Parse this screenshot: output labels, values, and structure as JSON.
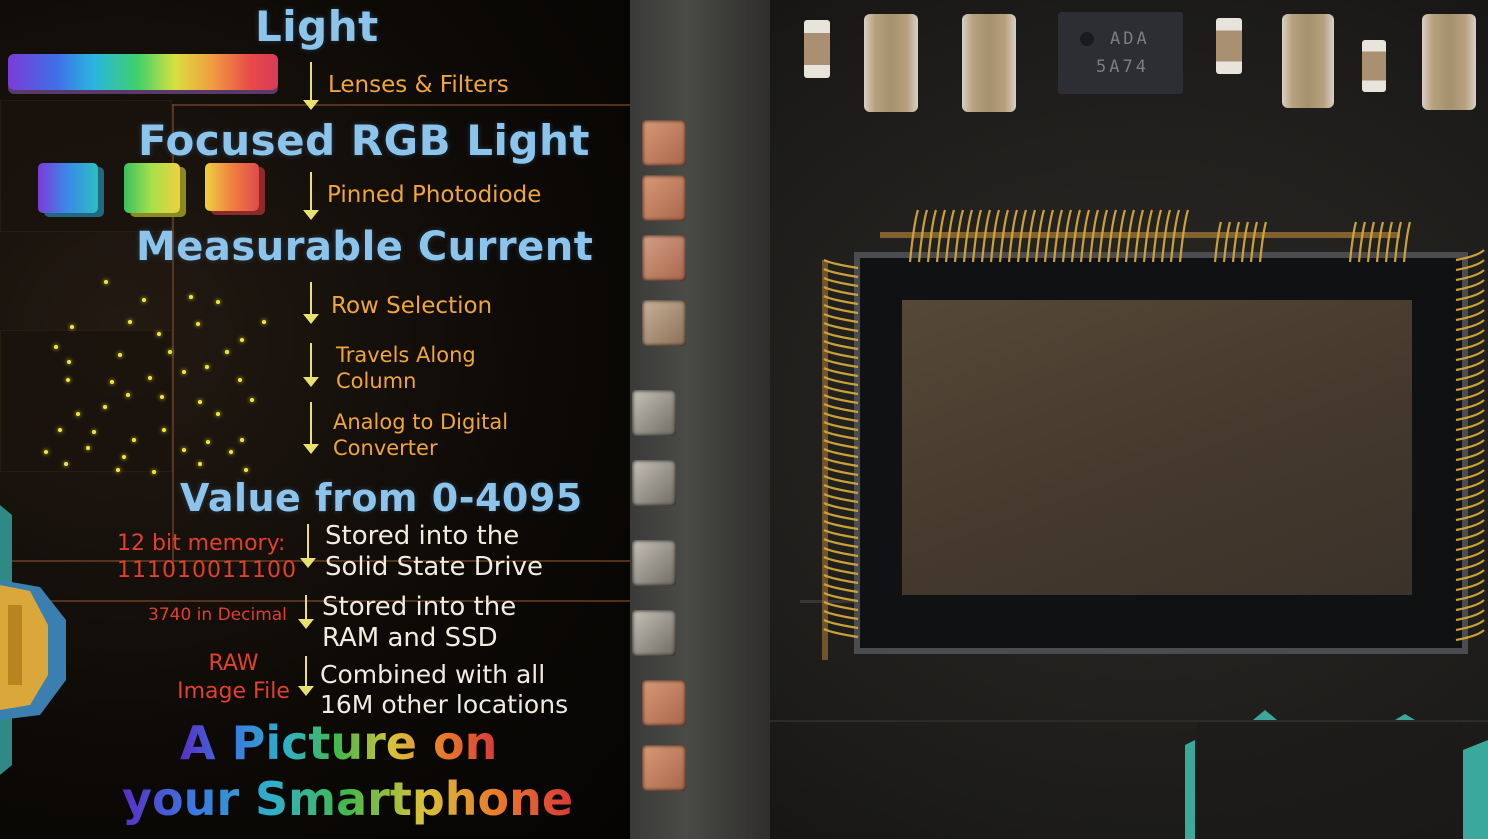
{
  "left_panel": {
    "heading_light": "Light",
    "step_lenses": "Lenses & Filters",
    "heading_focused": "Focused RGB Light",
    "step_photodiode": "Pinned Photodiode",
    "heading_current": "Measurable Current",
    "step_row": "Row Selection",
    "step_column_1": "Travels Along",
    "step_column_2": "Column",
    "step_adc_1": "Analog to Digital",
    "step_adc_2": "Converter",
    "heading_value": "Value from 0-4095",
    "memory_label_1": "12 bit memory:",
    "memory_label_2": "111010011100",
    "stored_ssd_1": "Stored into the",
    "stored_ssd_2": "Solid State Drive",
    "decimal_label": "3740 in Decimal",
    "stored_ram_1": "Stored into the",
    "stored_ram_2": "RAM and SSD",
    "raw_label_1": "RAW",
    "raw_label_2": "Image File",
    "combined_1": "Combined with all",
    "combined_2": "16M other locations",
    "final_1": "A Picture on",
    "final_2": "your Smartphone"
  },
  "right_panel": {
    "chip_marking_1": "ADA",
    "chip_marking_2": "5A74"
  },
  "colors": {
    "heading_blue": "#8cc4ec",
    "step_orange": "#f0a53a",
    "arrow_yellow": "#e8e070",
    "memory_red": "#e0402e",
    "electron_yellow": "#f2e640",
    "bond_wire_gold": "#d4a83a"
  }
}
